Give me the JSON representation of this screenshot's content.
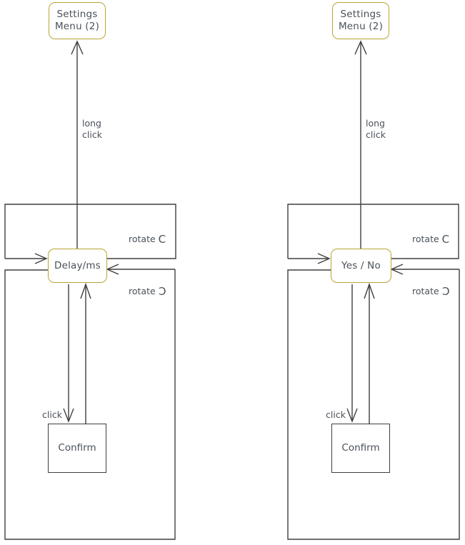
{
  "diagram": {
    "type": "state-flow",
    "title": "",
    "panels": [
      {
        "id": "left",
        "top_state": {
          "label": "Settings\nMenu (2)",
          "line1": "Settings",
          "line2": "Menu (2)"
        },
        "main_state": {
          "label": "Delay/ms"
        },
        "action_box": {
          "label": "Confirm"
        },
        "edges": [
          {
            "from": "Delay/ms",
            "to": "Settings Menu (2)",
            "label": "long\nclick",
            "line1": "long",
            "line2": "click",
            "direction": "up"
          },
          {
            "from": "Delay/ms",
            "to": "Delay/ms",
            "label": "rotate",
            "icon": "rotate-cw-icon",
            "glyph": "C",
            "direction": "loop-top"
          },
          {
            "from": "Delay/ms",
            "to": "Delay/ms",
            "label": "rotate",
            "icon": "rotate-ccw-icon",
            "glyph": "C",
            "direction": "loop-bottom"
          },
          {
            "from": "Delay/ms",
            "to": "Confirm",
            "label": "click",
            "direction": "down"
          },
          {
            "from": "Confirm",
            "to": "Delay/ms",
            "label": "",
            "direction": "up"
          }
        ]
      },
      {
        "id": "right",
        "top_state": {
          "label": "Settings\nMenu (2)",
          "line1": "Settings",
          "line2": "Menu (2)"
        },
        "main_state": {
          "label": "Yes / No"
        },
        "action_box": {
          "label": "Confirm"
        },
        "edges": [
          {
            "from": "Yes / No",
            "to": "Settings Menu (2)",
            "label": "long\nclick",
            "line1": "long",
            "line2": "click",
            "direction": "up"
          },
          {
            "from": "Yes / No",
            "to": "Yes / No",
            "label": "rotate",
            "icon": "rotate-cw-icon",
            "glyph": "C",
            "direction": "loop-top"
          },
          {
            "from": "Yes / No",
            "to": "Yes / No",
            "label": "rotate",
            "icon": "rotate-ccw-icon",
            "glyph": "C",
            "direction": "loop-bottom"
          },
          {
            "from": "Yes / No",
            "to": "Confirm",
            "label": "click",
            "direction": "down"
          },
          {
            "from": "Confirm",
            "to": "Yes / No",
            "label": "",
            "direction": "up"
          }
        ]
      }
    ],
    "colors": {
      "state_border": "#b8a533",
      "line": "#3f3f3f",
      "text": "#4a5159",
      "background": "#ffffff"
    }
  }
}
